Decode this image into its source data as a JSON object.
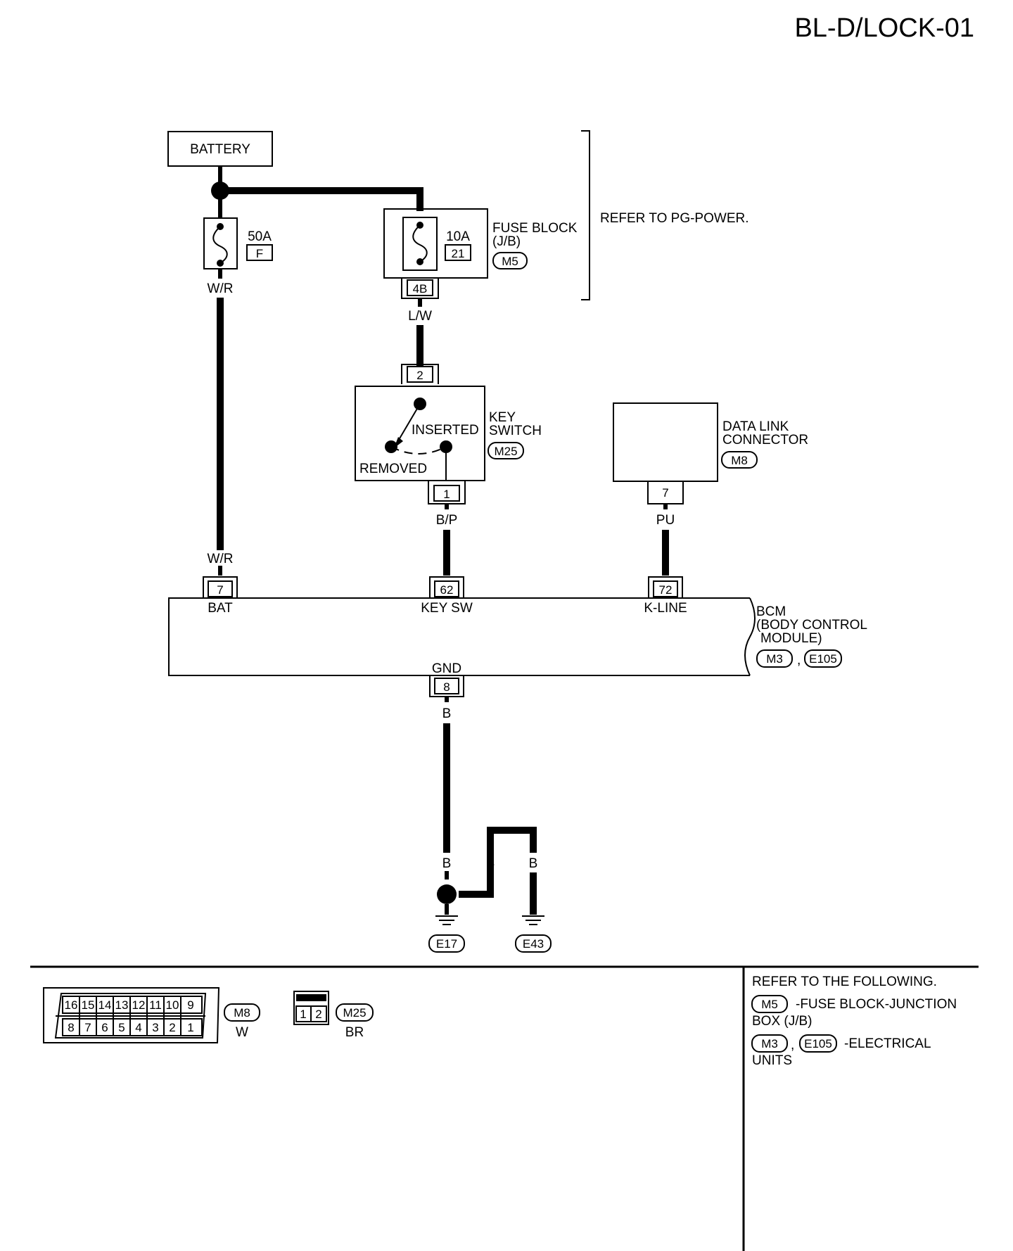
{
  "page_code": "BL-D/LOCK-01",
  "colors": {
    "ink": "#000000",
    "paper": "#ffffff"
  },
  "battery": {
    "label": "BATTERY"
  },
  "fuse_main": {
    "rating": "50A",
    "id": "F",
    "wire": "W/R"
  },
  "fuse_block": {
    "rating": "10A",
    "id": "21",
    "name_line1": "FUSE BLOCK",
    "name_line2": "(J/B)",
    "connector": "M5",
    "terminal": "4B",
    "wire": "L/W"
  },
  "power_note": "REFER TO PG-POWER.",
  "key_switch": {
    "name_line1": "KEY",
    "name_line2": "SWITCH",
    "connector": "M25",
    "terminal_in": "2",
    "terminal_out": "1",
    "inserted": "INSERTED",
    "removed": "REMOVED",
    "wire": "B/P"
  },
  "dlc": {
    "name_line1": "DATA LINK",
    "name_line2": "CONNECTOR",
    "connector": "M8",
    "terminal": "7",
    "wire": "PU"
  },
  "bcm": {
    "name_line1": "BCM",
    "name_line2": "(BODY CONTROL",
    "name_line3": "MODULE)",
    "connector1": "M3",
    "sep": ",",
    "connector2": "E105",
    "pins": [
      {
        "num": "7",
        "label": "BAT",
        "wire": "W/R"
      },
      {
        "num": "62",
        "label": "KEY SW"
      },
      {
        "num": "72",
        "label": "K-LINE"
      }
    ],
    "gnd": {
      "label": "GND",
      "num": "8",
      "wire": "B"
    }
  },
  "ground": {
    "wire1": "B",
    "wire2": "B",
    "wire3": "B",
    "g1": "E17",
    "g2": "E43"
  },
  "legend": {
    "m8": {
      "top_pins": [
        "16",
        "15",
        "14",
        "13",
        "12",
        "11",
        "10",
        "9"
      ],
      "bottom_pins": [
        "8",
        "7",
        "6",
        "5",
        "4",
        "3",
        "2",
        "1"
      ],
      "id": "M8",
      "color": "W"
    },
    "m25": {
      "pins": [
        "1",
        "2"
      ],
      "id": "M25",
      "color": "BR"
    }
  },
  "refer": {
    "title": "REFER TO THE FOLLOWING.",
    "item1_conn": "M5",
    "item1_line1": "-FUSE BLOCK-JUNCTION",
    "item1_line2": "BOX (J/B)",
    "item2_conn1": "M3",
    "item2_sep": ",",
    "item2_conn2": "E105",
    "item2_line1": "-ELECTRICAL",
    "item2_line2": "UNITS"
  }
}
